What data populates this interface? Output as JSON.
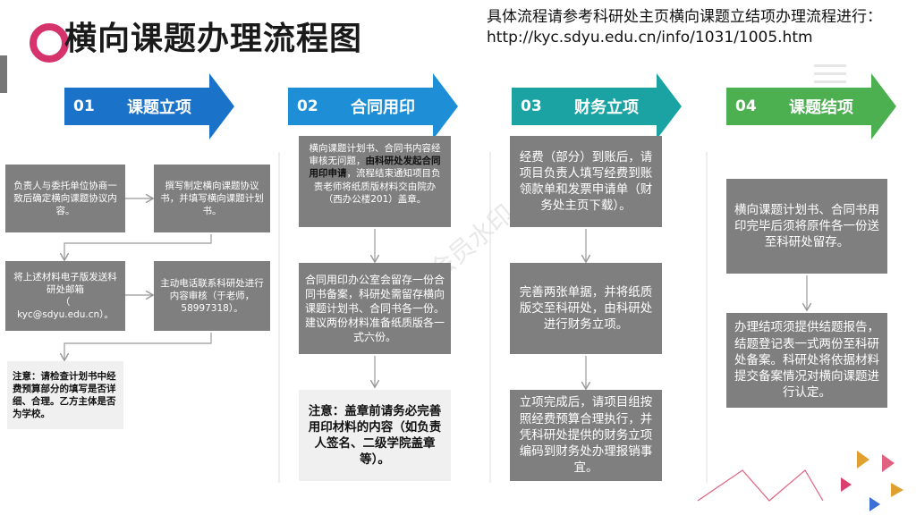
{
  "title": "横向课题办理流程图",
  "top_note": "具体流程请参考科研处主页横向课题立结项办理流程进行：http://kyc.sdyu.edu.cn/info/1031/1005.htm",
  "watermark": "会员水印",
  "colors": {
    "accent": "#d6336c",
    "step1": "#1a73c9",
    "step2": "#1e8fd6",
    "step3": "#1ba3a3",
    "step4": "#4caf50",
    "box": "#7f7f7f"
  },
  "steps": [
    {
      "num": "01",
      "label": "课题立项"
    },
    {
      "num": "02",
      "label": "合同用印"
    },
    {
      "num": "03",
      "label": "财务立项"
    },
    {
      "num": "04",
      "label": "课题结项"
    }
  ],
  "col1": {
    "b1": "负责人与委托单位协商一致后确定横向课题协议内容。",
    "b2": "撰写制定横向课题协议书，并填写横向课题计划书。",
    "b3_line1": "将上述材料电子版发送科研处邮箱",
    "b3_line2": "（",
    "b3_line3": "kyc@sdyu.edu.cn）。",
    "b4": "主动电话联系科研处进行内容审核（于老师，58997318）。",
    "note": "注意：请检查计划书中经费预算部分的填写是否详细、合理。乙方主体是否为学校。"
  },
  "col2": {
    "b1_pre": "横向课题计划书、合同书内容经审核无问题，",
    "b1_bold": "由科研处发起合同用印申请",
    "b1_post": "，流程结束通知项目负责老师将纸质版材料交由院办（西办公楼201）盖章。",
    "b2": "合同用印办公室会留存一份合同书备案，科研处需留存横向课题计划书、合同书各一份。建议两份材料准备纸质版各一式六份。",
    "note": "注意：盖章前请务必完善用印材料的内容（如负责人签名、二级学院盖章等）。"
  },
  "col3": {
    "b1": "经费（部分）到账后，请项目负责人填写经费到账领款单和发票申请单（财务处主页下载）。",
    "b2": "完善两张单据，并将纸质版交至科研处，由科研处进行财务立项。",
    "b3": "立项完成后，请项目组按照经费预算合理执行，并凭科研处提供的财务立项编码到财务处办理报销事宜。"
  },
  "col4": {
    "b1": "横向课题计划书、合同书用印完毕后须将原件各一份送至科研处留存。",
    "b2": "办理结项须提供结题报告，结题登记表一式两份至科研处备案。科研处将依据材料提交备案情况对横向课题进行认定。"
  }
}
